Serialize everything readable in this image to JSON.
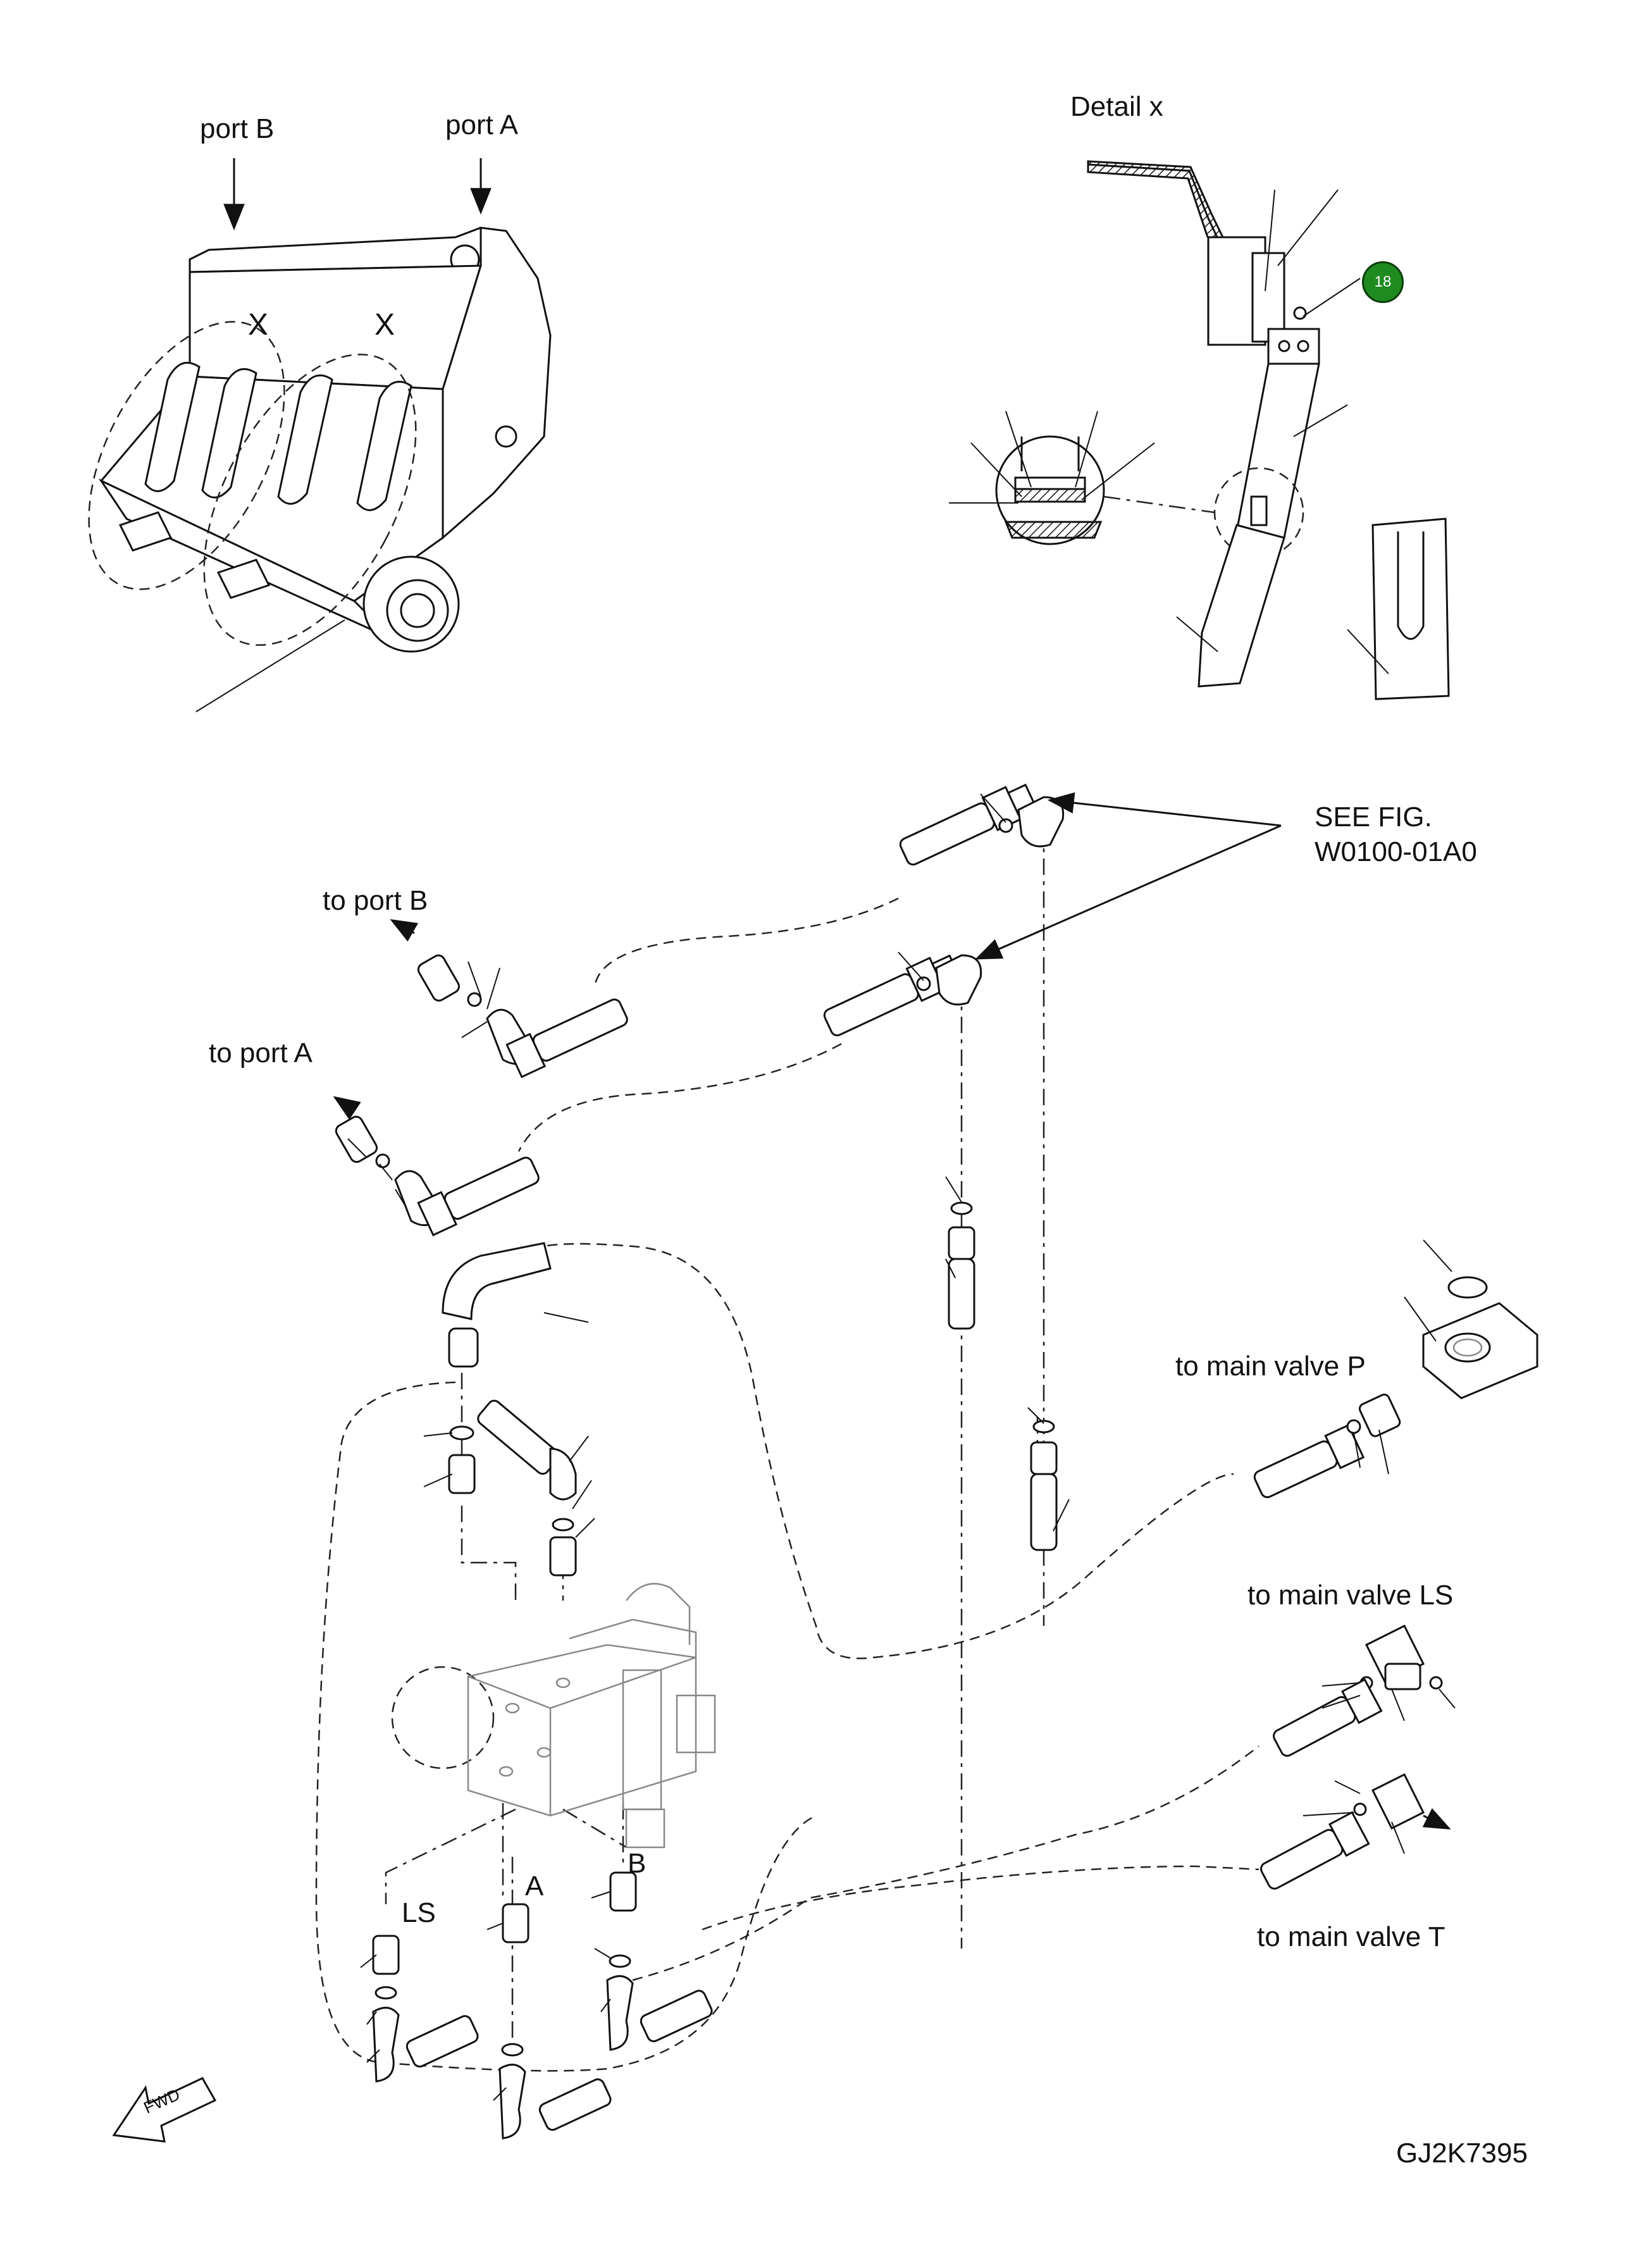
{
  "labels": {
    "port_b": "port B",
    "port_a": "port A",
    "detail_x": "Detail  x",
    "x_left": "X",
    "x_right": "X",
    "see_fig_line1": "SEE FIG.",
    "see_fig_line2": "W0100-01A0",
    "to_port_b": "to port B",
    "to_port_a": "to port A",
    "to_main_valve_p": "to main valve P",
    "to_main_valve_ls": "to main valve LS",
    "to_main_valve_t": "to main valve T",
    "valve_ls": "LS",
    "valve_a": "A",
    "valve_b": "B",
    "fwd": "FWD",
    "figure_id": "GJ2K7395"
  },
  "callout_badge": {
    "number": "18",
    "color": "#1f8a1f"
  }
}
